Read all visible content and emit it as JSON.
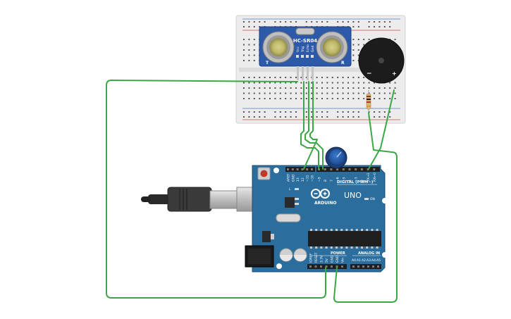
{
  "sensor": {
    "model": "HC-SR04",
    "left_mark": "T",
    "right_mark": "R",
    "pins": [
      "Vcc",
      "Trig",
      "Echo",
      "Gnd"
    ]
  },
  "buzzer": {
    "minus": "−",
    "plus": "+"
  },
  "arduino": {
    "brand": "ARDUINO",
    "model": "UNO",
    "digital_label": "DIGITAL (PWM~)",
    "power_label": "POWER",
    "analog_label": "ANALOG IN",
    "on_label": "ON",
    "tx_label": "TX",
    "rx_label": "RX",
    "l_label": "L",
    "top_pins": [
      "AREF",
      "GND",
      "13",
      "12",
      "~11",
      "~10",
      "~9",
      "8",
      "7",
      "~6",
      "~5",
      "4",
      "~3",
      "2",
      "TX→1",
      "RX←0"
    ],
    "power_pins": [
      "IOREF",
      "RESET",
      "3.3V",
      "5V",
      "GND",
      "GND",
      "Vin"
    ],
    "analog_pins": [
      "A0",
      "A1",
      "A2",
      "A3",
      "A4",
      "A5"
    ]
  },
  "colors": {
    "wire": "#3aa845",
    "board": "#2b6e9e",
    "sensor": "#2d5aa8",
    "breadboard": "#ececec"
  }
}
